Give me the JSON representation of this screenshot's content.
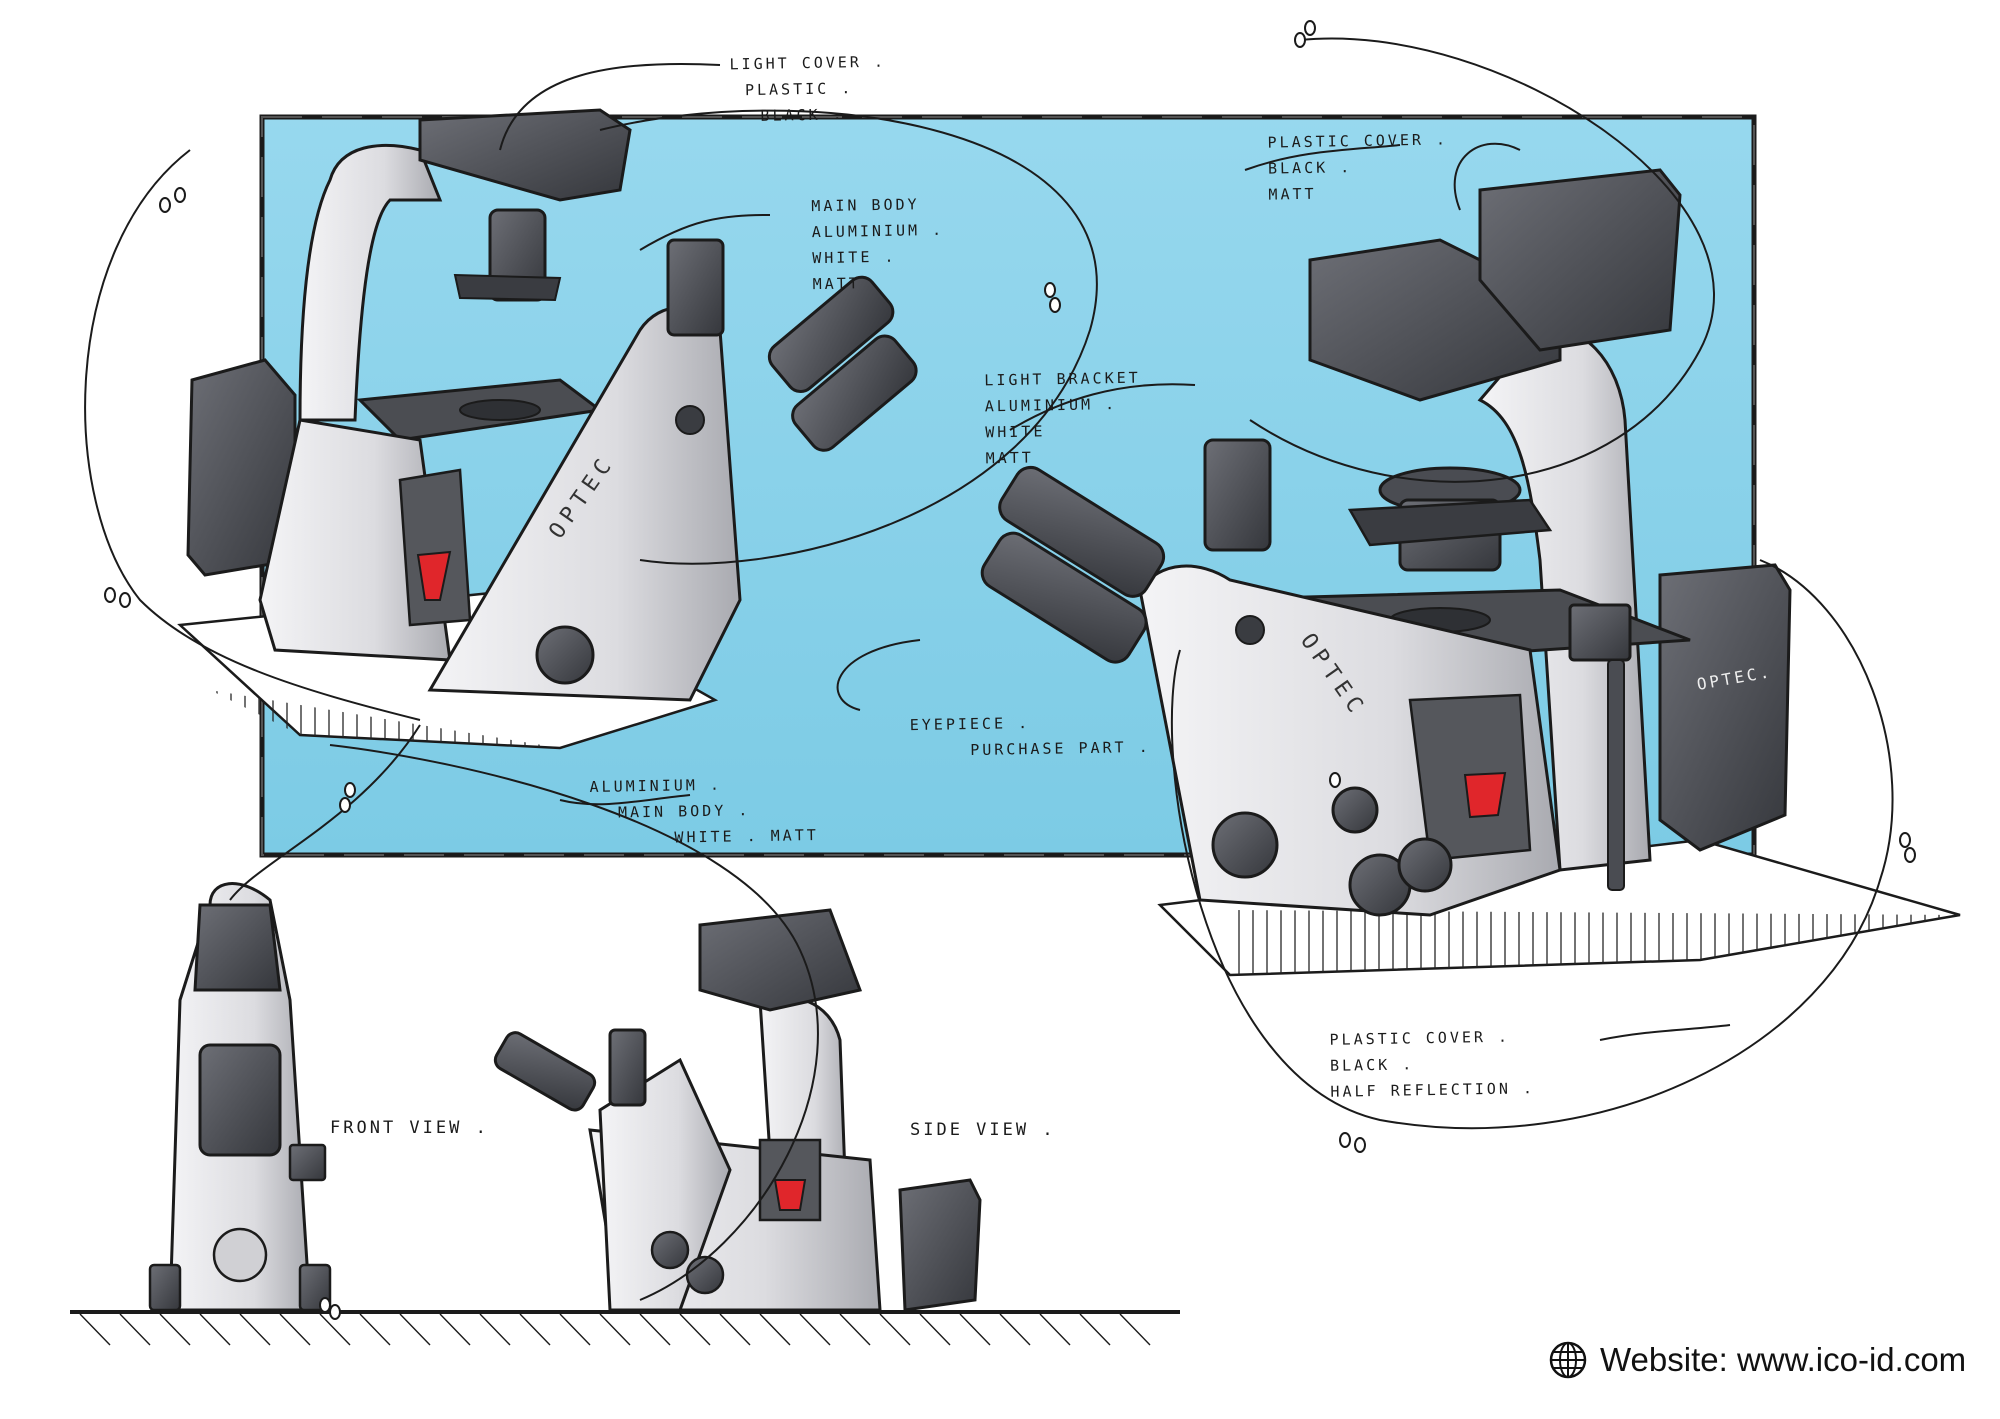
{
  "annotations": {
    "light_cover": [
      "LIGHT COVER .",
      "PLASTIC .",
      "BLACK ."
    ],
    "main_body": [
      "MAIN BODY",
      "ALUMINIUM .",
      "WHITE .",
      "MATT"
    ],
    "plastic_cover_top": [
      "PLASTIC COVER .",
      "BLACK .",
      "MATT"
    ],
    "light_bracket": [
      "LIGHT BRACKET",
      "ALUMINIUM .",
      "WHITE",
      "MATT"
    ],
    "eyepiece": [
      "EYEPIECE .",
      "PURCHASE PART ."
    ],
    "main_body_lower": [
      "ALUMINIUM .",
      "MAIN BODY .",
      "WHITE . MATT"
    ],
    "plastic_cover_bottom": [
      "PLASTIC COVER .",
      "BLACK .",
      "HALF REFLECTION ."
    ]
  },
  "views": {
    "front": "FRONT VIEW .",
    "side": "SIDE VIEW ."
  },
  "brand_marks": [
    "OPTEC",
    "OPTEC",
    "OPTEC."
  ],
  "footer": {
    "text": "Website: www.ico-id.com",
    "icon": "globe-icon"
  },
  "colors": {
    "blue_panel": "#8fd3ea",
    "body_white": "#e9e9ec",
    "cover_dark": "#4a4c52",
    "accent_red": "#e0262b",
    "ink": "#1b1b1b"
  }
}
